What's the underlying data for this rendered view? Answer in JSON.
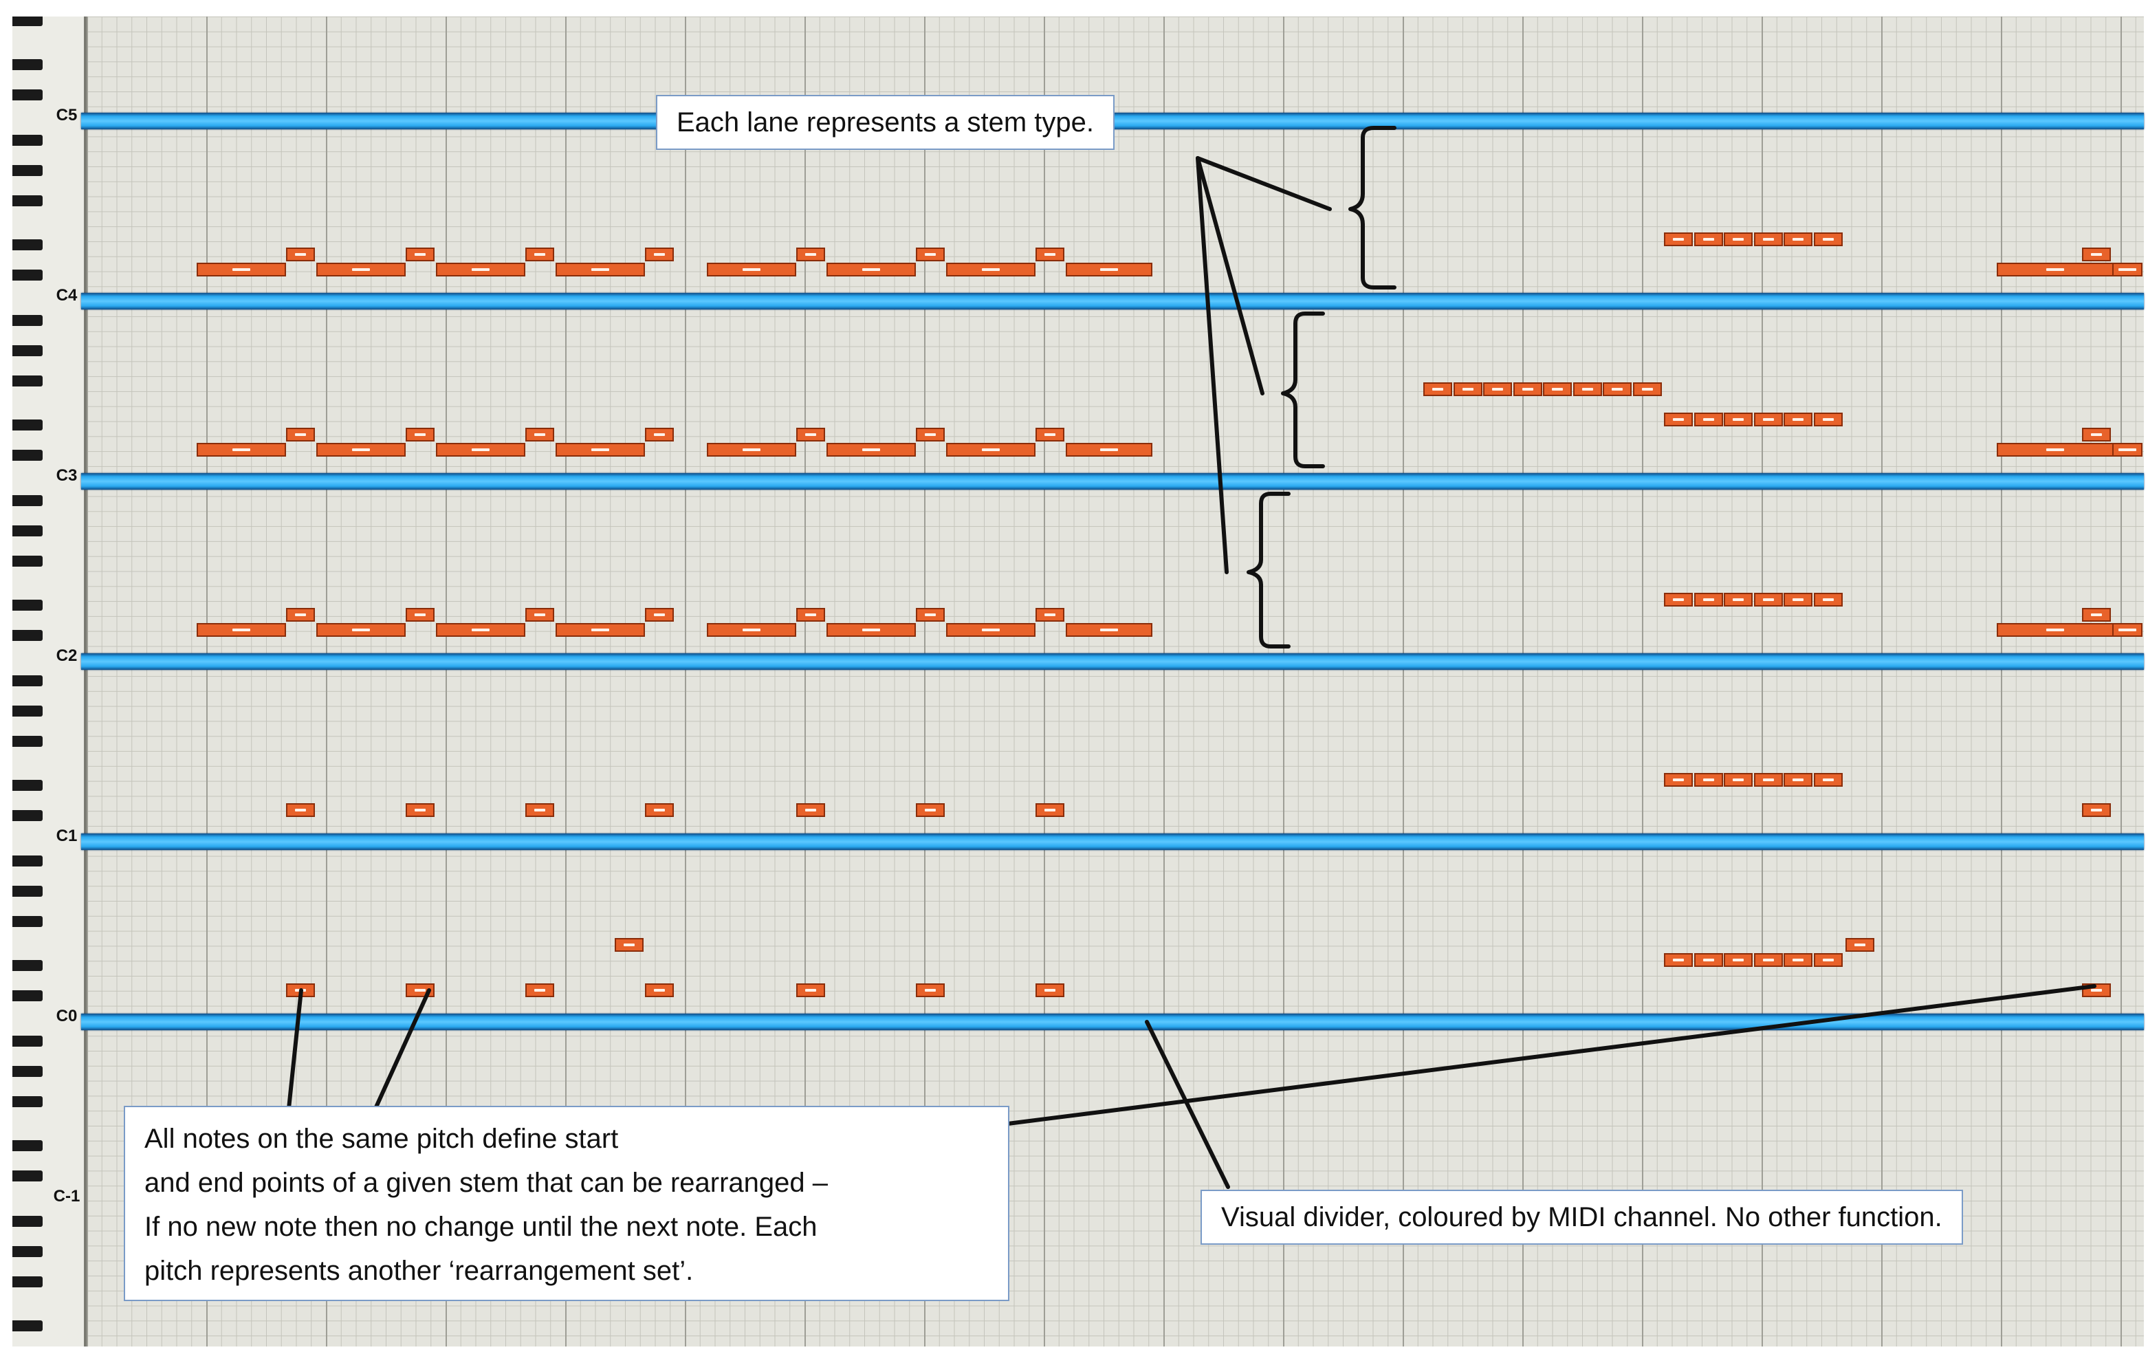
{
  "octave_labels": [
    "C5",
    "C4",
    "C3",
    "C2",
    "C1",
    "C0",
    "C-1"
  ],
  "callouts": {
    "lanes": "Each lane represents a stem type.",
    "notes": [
      "All notes on the same pitch define start",
      "and end points of a given stem that can be rearranged –",
      "If no new note then no change until the next note. Each",
      "pitch represents another ‘rearrangement set’."
    ],
    "divider": "Visual divider, coloured by MIDI channel. No other function."
  },
  "colors": {
    "note_fill": "#e8622a",
    "note_border": "#8a2d0a",
    "divider_blue": "#2aa9f0",
    "callout_border": "#7a9bc7"
  }
}
